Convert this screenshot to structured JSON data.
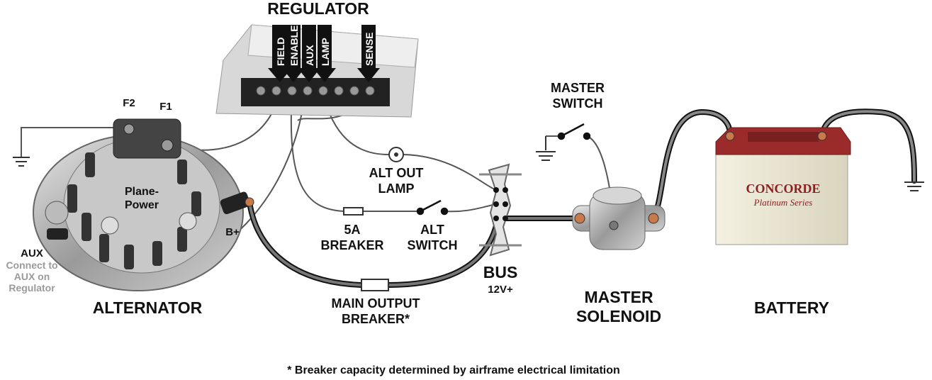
{
  "regulator": {
    "title": "REGULATOR",
    "terminals": [
      "FIELD",
      "ENABLE",
      "AUX",
      "LAMP",
      "SENSE"
    ]
  },
  "alternator": {
    "title": "ALTERNATOR",
    "f2": "F2",
    "f1": "F1",
    "bplus": "B+",
    "aux": "AUX",
    "aux_note": [
      "Connect to",
      "AUX on",
      "Regulator"
    ],
    "brand": [
      "Plane-",
      "Power"
    ]
  },
  "lamp": {
    "label": [
      "ALT OUT",
      "LAMP"
    ]
  },
  "breaker5a": {
    "label": [
      "5A",
      "BREAKER"
    ]
  },
  "alt_switch": {
    "label": [
      "ALT",
      "SWITCH"
    ]
  },
  "master_switch": {
    "label": [
      "MASTER",
      "SWITCH"
    ]
  },
  "main_breaker": {
    "label": [
      "MAIN OUTPUT",
      "BREAKER*"
    ]
  },
  "bus": {
    "title": "BUS",
    "voltage": "12V+"
  },
  "solenoid": {
    "label": [
      "MASTER",
      "SOLENOID"
    ]
  },
  "battery": {
    "title": "BATTERY",
    "brand": "CONCORDE",
    "series": "Platinum Series"
  },
  "footnote": "* Breaker capacity determined by airframe electrical limitation",
  "colors": {
    "wire": "#222222",
    "battery_top": "#9b2b2b",
    "battery_body": "#ece8d8"
  }
}
